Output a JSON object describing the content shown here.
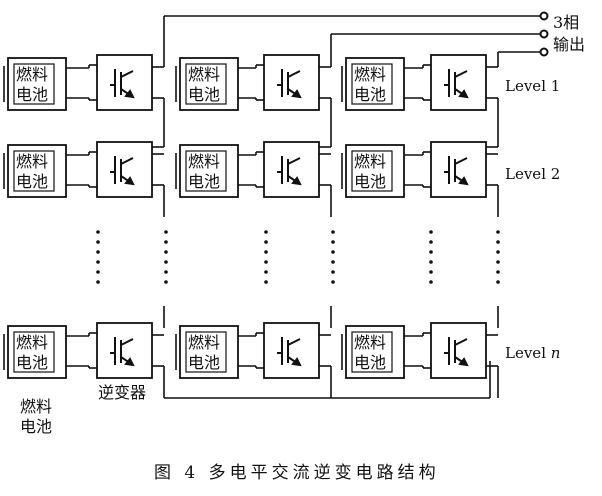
{
  "fuel_cell_label": [
    "燃料",
    "电池"
  ],
  "inverter_label": "逆变器",
  "fuel_cell_note": [
    "燃料",
    "电池"
  ],
  "output_label": [
    "3相",
    "输出"
  ],
  "levels": [
    {
      "label": "Level 1",
      "n_italic": ""
    },
    {
      "label": "Level 2",
      "n_italic": ""
    },
    {
      "label": "Level ",
      "n_italic": "n"
    }
  ],
  "caption": "图 4   多电平交流逆变电路结构"
}
